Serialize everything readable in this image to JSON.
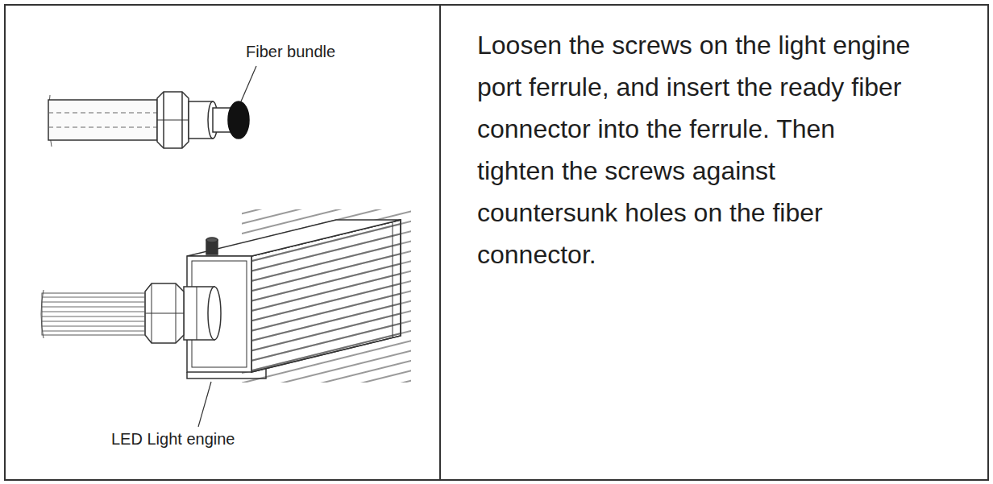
{
  "diagram": {
    "nodes": [
      {
        "text": [
          "Loosen the screws on the light engine port ferrule, and insert the ready fiber connector into the ferrule. Then tighten the screws against countersunk holes on the fiber connector."
        ]
      }
    ],
    "labels": [
      "Fiber bundle",
      "LED Light engine"
    ]
  }
}
